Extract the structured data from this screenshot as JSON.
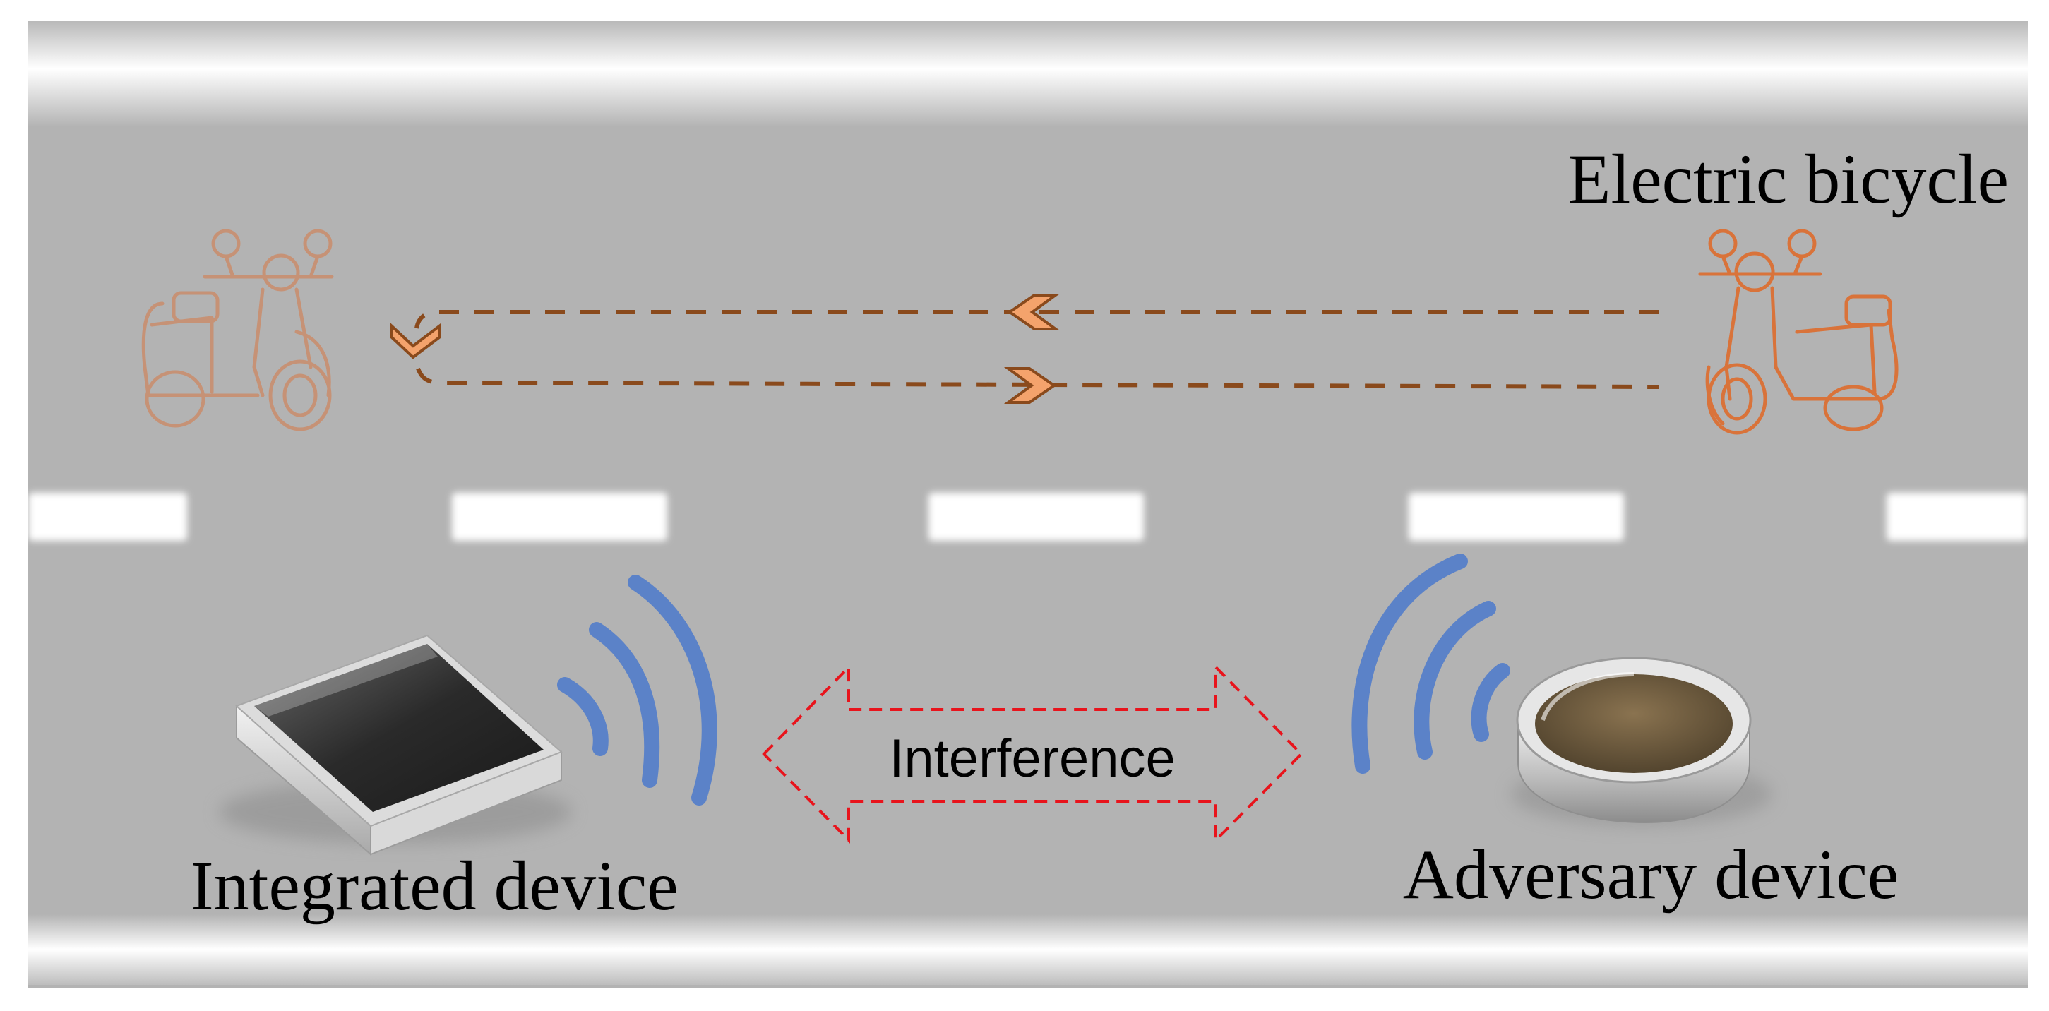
{
  "labels": {
    "electric_bicycle": "Electric bicycle",
    "interference": "Interference",
    "integrated_device": "Integrated device",
    "adversary_device": "Adversary device"
  },
  "colors": {
    "road": "#b3b3b3",
    "lane_marking": "#ffffff",
    "bicycle": "#d9733a",
    "trajectory": "#8a4a1c",
    "trajectory_arrow": "#f4a36c",
    "signal_waves": "#5b82c8",
    "interference_arrow": "#e8141c",
    "text": "#000000"
  },
  "icons": {
    "bicycle_faded": "electric-scooter-icon",
    "bicycle_active": "electric-scooter-icon",
    "integrated_device": "square-device-icon",
    "adversary_device": "round-device-icon"
  }
}
